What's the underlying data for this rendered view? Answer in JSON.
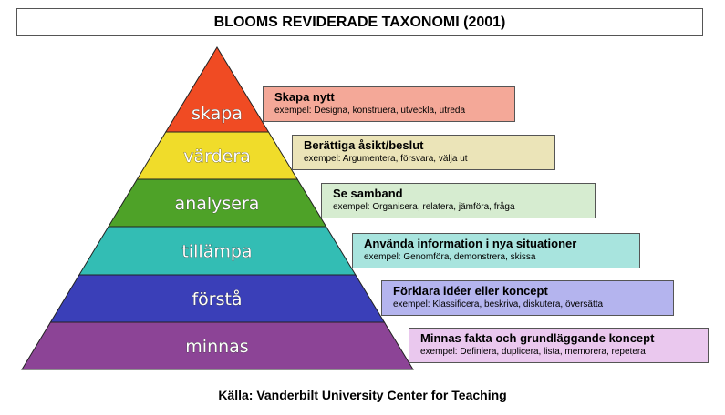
{
  "title": "BLOOMS REVIDERADE TAXONOMI (2001)",
  "levels": [
    {
      "label": "skapa",
      "color": "#f04b23",
      "heading": "Skapa nytt",
      "example": "exempel: Designa, konstruera, utveckla, utreda",
      "box_color": "#f4a898"
    },
    {
      "label": "värdera",
      "color": "#f0dc2a",
      "heading": "Berättiga åsikt/beslut",
      "example": "exempel: Argumentera, försvara, välja ut",
      "box_color": "#ebe4b8"
    },
    {
      "label": "analysera",
      "color": "#4ea228",
      "heading": "Se samband",
      "example": "exempel: Organisera, relatera, jämföra, fråga",
      "box_color": "#d6ecd0"
    },
    {
      "label": "tillämpa",
      "color": "#33bdb4",
      "heading": "Använda information i nya situationer",
      "example": "exempel: Genomföra, demonstrera, skissa",
      "box_color": "#a8e4de"
    },
    {
      "label": "förstå",
      "color": "#3a3fb8",
      "heading": "Förklara idéer eller koncept",
      "example": "exempel: Klassificera, beskriva, diskutera, översätta",
      "box_color": "#b4b4ee"
    },
    {
      "label": "minnas",
      "color": "#8c4496",
      "heading": "Minnas fakta och grundläggande koncept",
      "example": "exempel: Definiera, duplicera, lista, memorera, repetera",
      "box_color": "#eac8ee"
    }
  ],
  "source": "Källa: Vanderbilt University Center for Teaching"
}
